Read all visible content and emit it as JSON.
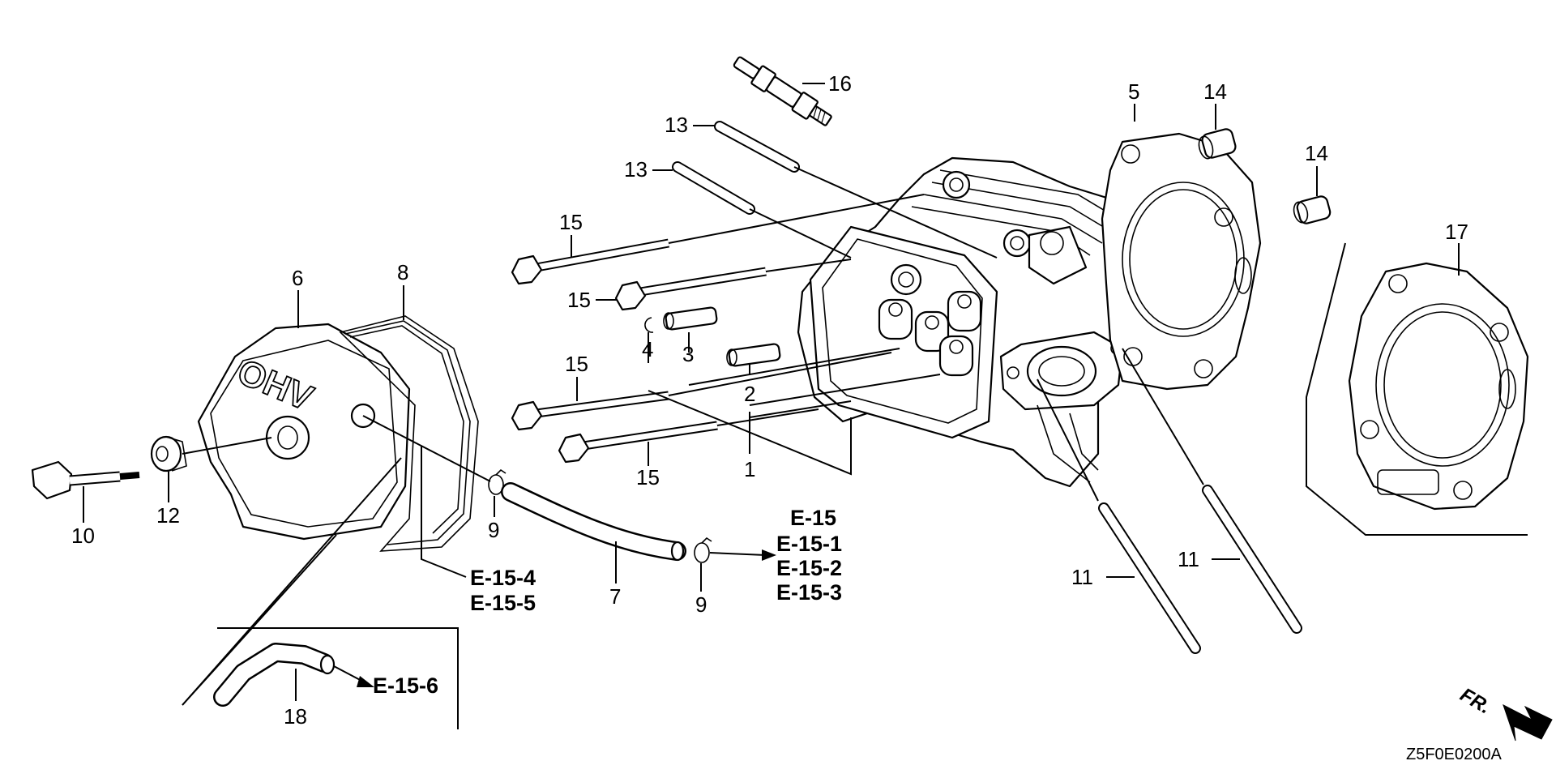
{
  "callouts": {
    "p1": "1",
    "p2": "2",
    "p3": "3",
    "p4": "4",
    "p5": "5",
    "p6": "6",
    "p7": "7",
    "p8": "8",
    "p9a": "9",
    "p9b": "9",
    "p10": "10",
    "p11a": "11",
    "p11b": "11",
    "p12": "12",
    "p13a": "13",
    "p13b": "13",
    "p14a": "14",
    "p14b": "14",
    "p15a": "15",
    "p15b": "15",
    "p15c": "15",
    "p15d": "15",
    "p16": "16",
    "p17": "17",
    "p18": "18"
  },
  "references": {
    "breather_group": [
      "E-15",
      "E-15-1",
      "E-15-2",
      "E-15-3"
    ],
    "cover_gasket_group": [
      "E-15-4",
      "E-15-5"
    ],
    "tube_group": "E-15-6"
  },
  "cover_emboss": "OHV",
  "direction_marker": "FR.",
  "diagram_code": "Z5F0E0200A"
}
